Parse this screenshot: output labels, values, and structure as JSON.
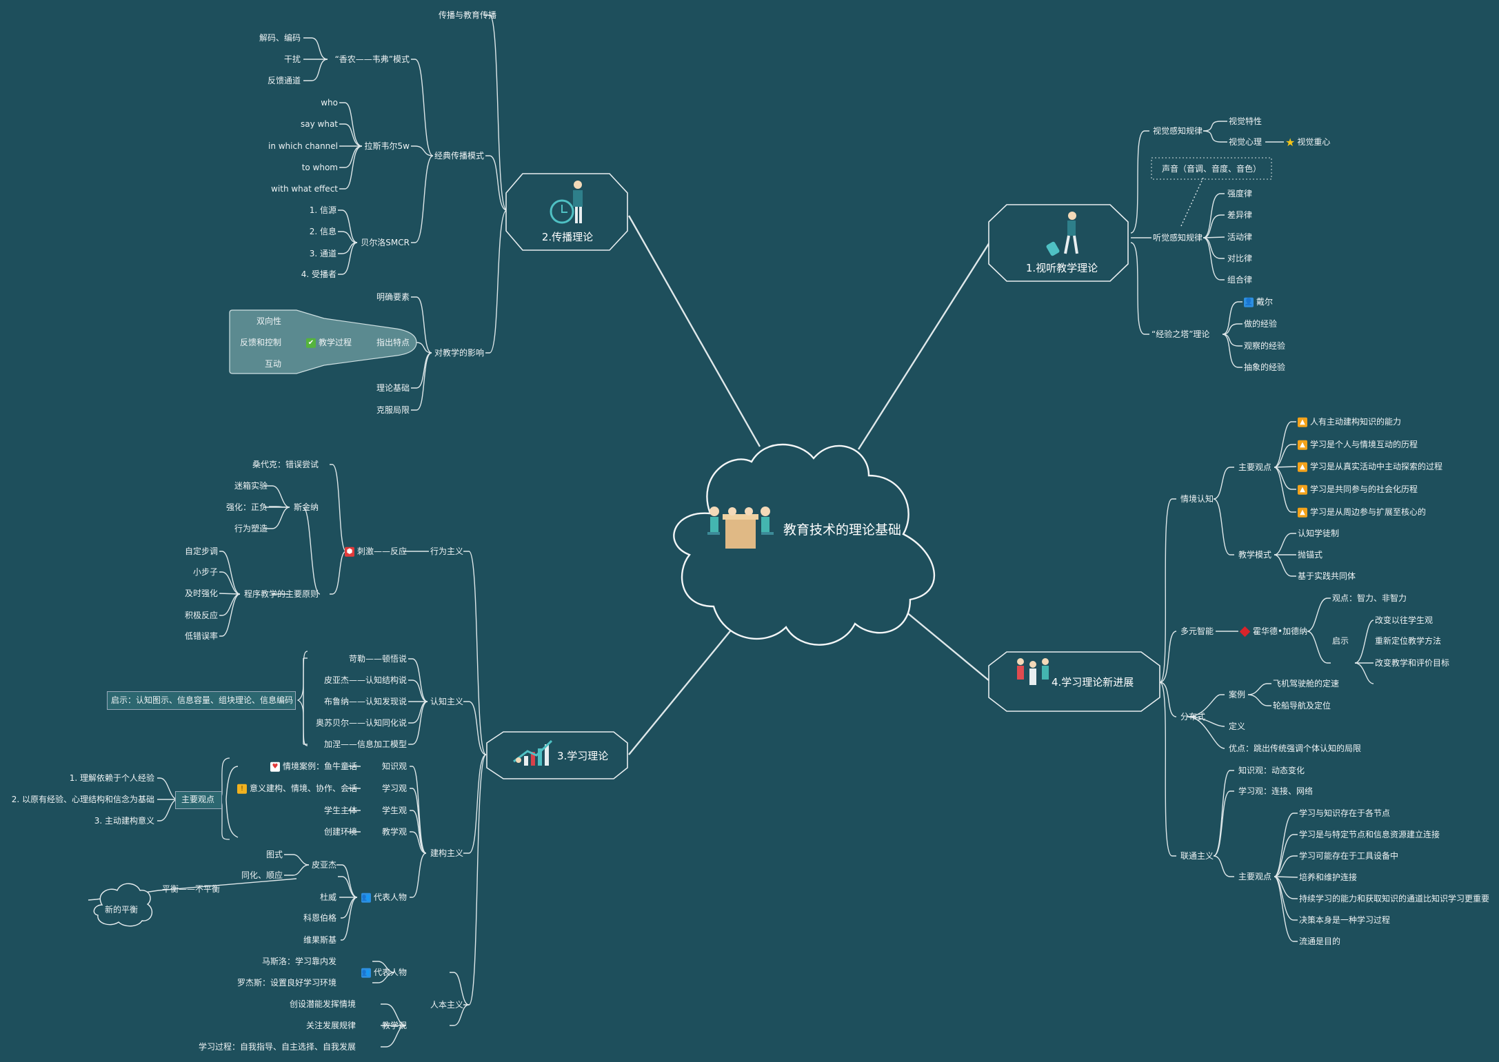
{
  "center": {
    "title": "教育技术的理论基础"
  },
  "branches": {
    "b1": {
      "title": "1.视听教学理论"
    },
    "b2": {
      "title": "2.传播理论"
    },
    "b3": {
      "title": "3.学习理论"
    },
    "b4": {
      "title": "4.学习理论新进展"
    }
  },
  "b1": {
    "visual_law": "视觉感知规律",
    "visual_features": "视觉特性",
    "visual_psych": "视觉心理",
    "visual_center": "视觉重心",
    "sound_note": "声音（音调、音度、音色）",
    "audio_law": "听觉感知规律",
    "audio_items": [
      "强度律",
      "差异律",
      "活动律",
      "对比律",
      "组合律"
    ],
    "cone": "“经验之塔”理论",
    "dale": "戴尔",
    "cone_items": [
      "做的经验",
      "观察的经验",
      "抽象的经验"
    ]
  },
  "b2": {
    "spread": "传播与教育传播",
    "classic": "经典传播模式",
    "shannon": "“香农——韦弗”模式",
    "shannon_items": [
      "解码、编码",
      "干扰",
      "反馈通道"
    ],
    "lasswell": "拉斯韦尔5w",
    "lasswell_items": [
      "who",
      "say what",
      "in which channel",
      "to whom",
      "with what effect"
    ],
    "berlo": "贝尔洛SMCR",
    "berlo_items": [
      "1. 信源",
      "2. 信息",
      "3. 通道",
      "4. 受播者"
    ],
    "impact": "对教学的影响",
    "impact_items": [
      "明确要素",
      "指出特点",
      "理论基础",
      "克服局限"
    ],
    "teach_process": "教学过程",
    "teach_items": [
      "双向性",
      "反馈和控制",
      "互动"
    ]
  },
  "b3": {
    "behavior": "行为主义",
    "stim": "刺激——反应",
    "thorndike": "桑代克：错误尝试",
    "skinner": "斯金纳",
    "skinner_items": [
      "迷箱实验",
      "强化：正负",
      "行为塑造"
    ],
    "programmed": "程序教学的主要原则",
    "programmed_items": [
      "自定步调",
      "小步子",
      "及时强化",
      "积极反应",
      "低错误率"
    ],
    "cognitive": "认知主义",
    "cognitive_items": [
      "苛勒——顿悟说",
      "皮亚杰——认知结构说",
      "布鲁纳——认知发现说",
      "奥苏贝尔——认知同化说",
      "加涅——信息加工模型"
    ],
    "insight": "启示：认知图示、信息容量、组块理论、信息编码",
    "construct": "建构主义",
    "c_views": [
      "知识观",
      "学习观",
      "学生观",
      "教学观"
    ],
    "c_view_items": [
      "情境案例：鱼牛童话",
      "意义建构、情境、协作、会话",
      "学生主体",
      "创建环境"
    ],
    "main_view": "主要观点",
    "main_view_items": [
      "1. 理解依赖于个人经验",
      "2. 以原有经验、心理结构和信念为基础",
      "3. 主动建构意义"
    ],
    "rep": "代表人物",
    "piaget": "皮亚杰",
    "piaget_items": [
      "图式",
      "同化、顺应"
    ],
    "balance": "平衡——不平衡",
    "new_balance": "新的平衡",
    "rep_items": [
      "杜威",
      "科恩伯格",
      "维果斯基"
    ],
    "humanism": "人本主义",
    "h_rep": "代表人物",
    "h_rep_items": [
      "马斯洛：学习靠内发",
      "罗杰斯：设置良好学习环境"
    ],
    "h_teach": "教学观",
    "h_teach_items": [
      "创设潜能发挥情境",
      "关注发展规律",
      "学习过程：自我指导、自主选择、自我发展"
    ]
  },
  "b4": {
    "situated": "情境认知",
    "main_view": "主要观点",
    "s_items": [
      "人有主动建构知识的能力",
      "学习是个人与情境互动的历程",
      "学习是从真实活动中主动探索的过程",
      "学习是共同参与的社会化历程",
      "学习是从周边参与扩展至核心的"
    ],
    "teach_mode": "教学模式",
    "tm_items": [
      "认知学徒制",
      "抛锚式",
      "基于实践共同体"
    ],
    "multi": "多元智能",
    "gardner": "霍华德•加德纳",
    "view": "观点：智力、非智力",
    "inspire": "启示",
    "inspire_items": [
      "改变以往学生观",
      "重新定位教学方法",
      "改变教学和评价目标"
    ],
    "distributed": "分布式",
    "case": "案例",
    "case_items": [
      "飞机驾驶舱的定速",
      "轮船导航及定位"
    ],
    "definition": "定义",
    "advantage": "优点：跳出传统强调个体认知的局限",
    "connect": "联通主义",
    "knowledge": "知识观：动态变化",
    "learning": "学习观：连接、网络",
    "c_main": "主要观点",
    "c_items": [
      "学习与知识存在于各节点",
      "学习是与特定节点和信息资源建立连接",
      "学习可能存在于工具设备中",
      "培养和维护连接",
      "持续学习的能力和获取知识的通道比知识学习更重要",
      "决策本身是一种学习过程",
      "流通是目的"
    ]
  },
  "colors": {
    "background": "#1e4f5c",
    "line": "#e8eef0",
    "text": "#eef3f4"
  }
}
